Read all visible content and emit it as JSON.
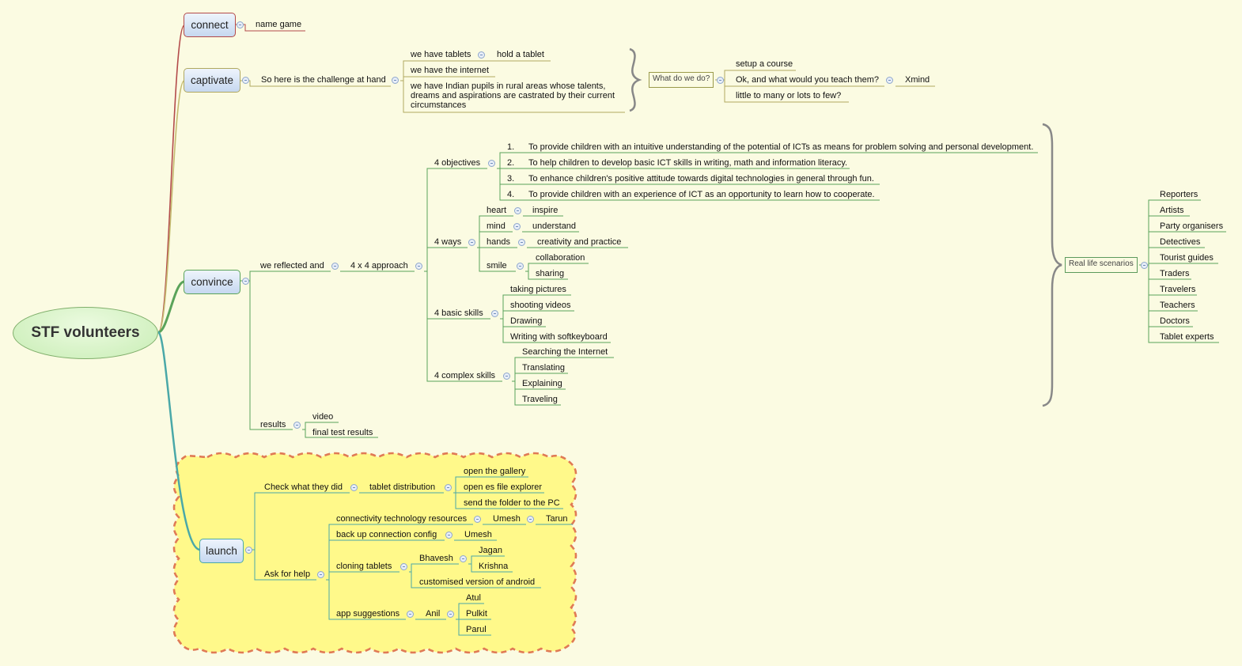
{
  "colors": {
    "background": "#fbfbe2",
    "connect": "#b34a4a",
    "captivate": "#b0a860",
    "convince": "#5aa35a",
    "launch": "#4aa8a8",
    "cloud_fill": "#fff98a",
    "cloud_border": "#e07a55"
  },
  "root": "STF volunteers",
  "connect": {
    "label": "connect",
    "child": "name game"
  },
  "captivate": {
    "label": "captivate",
    "challenge": "So here is the challenge at hand",
    "tablets": "we have tablets",
    "hold": "hold a tablet",
    "internet": "we have the internet",
    "pupils": "we have Indian pupils in rural areas whose talents, dreams and aspirations are castrated by their current circumstances",
    "summary": "What do we do?",
    "q1": "setup a course",
    "q2": "Ok, and what would you teach them?",
    "xmind": "Xmind",
    "q3": "little to many or lots to few?"
  },
  "convince": {
    "label": "convince",
    "reflected": "we reflected and",
    "approach": "4 x 4 approach",
    "objectives": "4 objectives",
    "obj_items": [
      {
        "n": "1.",
        "text": "To provide children with an intuitive understanding of the potential of ICTs as means for problem solving and personal development."
      },
      {
        "n": "2.",
        "text": "To help children to develop basic ICT skills in writing, math and information literacy."
      },
      {
        "n": "3.",
        "text": "To enhance children's positive attitude towards digital technologies in general through fun."
      },
      {
        "n": "4.",
        "text": "To provide children with an experience of ICT as an opportunity to learn how to cooperate."
      }
    ],
    "ways": "4 ways",
    "heart": "heart",
    "inspire": "inspire",
    "mind": "mind",
    "understand": "understand",
    "hands": "hands",
    "creativity": "creativity and practice",
    "smile": "smile",
    "collaboration": "collaboration",
    "sharing": "sharing",
    "basic": "4 basic skills",
    "basic_items": [
      "taking pictures",
      "shooting videos",
      "Drawing",
      "Writing with softkeyboard"
    ],
    "complex": "4 complex skills",
    "complex_items": [
      "Searching the Internet",
      "Translating",
      "Explaining",
      "Traveling"
    ],
    "scenarios": "Real life scenarios",
    "scenario_items": [
      "Reporters",
      "Artists",
      "Party organisers",
      "Detectives",
      "Tourist guides",
      "Traders",
      "Travelers",
      "Teachers",
      "Doctors",
      "Tablet experts"
    ],
    "results": "results",
    "video": "video",
    "final": "final test results"
  },
  "launch": {
    "label": "launch",
    "check": "Check what they did",
    "distribution": "tablet distribution",
    "gallery": "open the gallery",
    "esfile": "open es file explorer",
    "sendfolder": "send the folder to the PC",
    "ask": "Ask for help",
    "connectivity": "connectivity technology resources",
    "umesh1": "Umesh",
    "tarun": "Tarun",
    "backup": "back up connection config",
    "umesh2": "Umesh",
    "cloning": "cloning tablets",
    "bhavesh": "Bhavesh",
    "jagan": "Jagan",
    "krishna": "Krishna",
    "custom": "customised version of android",
    "apps": "app suggestions",
    "anil": "Anil",
    "atul": "Atul",
    "pulkit": "Pulkit",
    "parul": "Parul"
  }
}
